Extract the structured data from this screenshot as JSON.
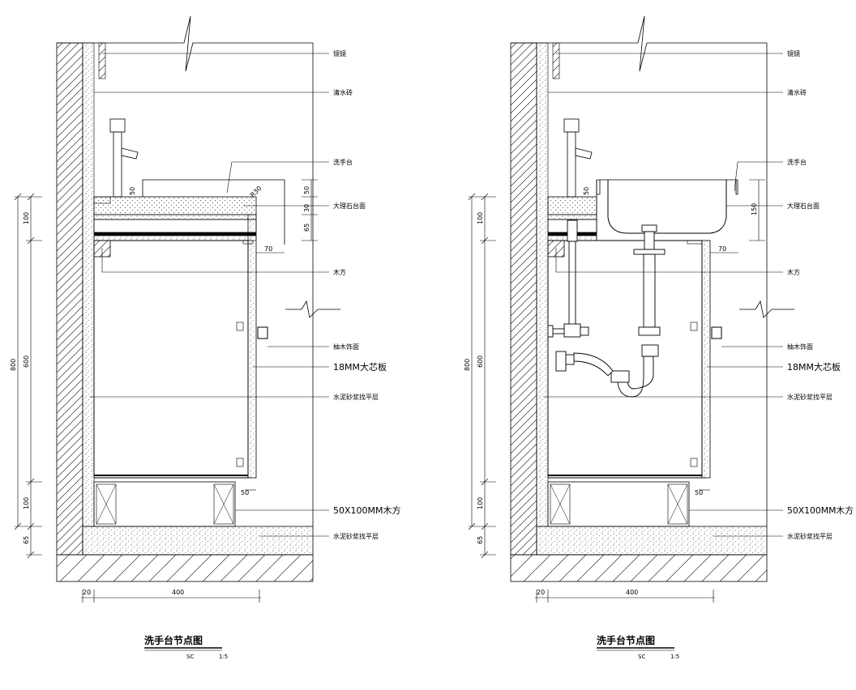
{
  "panels": [
    {
      "title": "洗手台节点图",
      "scale_code": "SC",
      "scale": "1:5",
      "labels": [
        "镜镜",
        "清水砖",
        "洗手台",
        "大理石台面",
        "木方",
        "柚木饰面",
        "18MM大芯板",
        "水泥砂浆找平层",
        "50X100MM木方",
        "水泥砂浆找平层"
      ],
      "dims_left": [
        "100",
        "800",
        "600",
        "100",
        "65"
      ],
      "dims_right": [
        "50",
        "30",
        "65",
        "70",
        "50"
      ],
      "dims_bottom": [
        "20",
        "400"
      ],
      "dims_misc": [
        "50",
        "R30"
      ]
    },
    {
      "title": "洗手台节点图",
      "scale_code": "SC",
      "scale": "1:5",
      "labels": [
        "镜镜",
        "清水砖",
        "洗手台",
        "大理石台面",
        "木方",
        "柚木饰面",
        "18MM大芯板",
        "水泥砂浆找平层",
        "50X100MM木方",
        "水泥砂浆找平层"
      ],
      "dims_left": [
        "100",
        "800",
        "600",
        "100",
        "65"
      ],
      "dims_right": [
        "150",
        "70",
        "50"
      ],
      "dims_bottom": [
        "20",
        "400"
      ],
      "dims_misc": [
        "50"
      ]
    }
  ]
}
